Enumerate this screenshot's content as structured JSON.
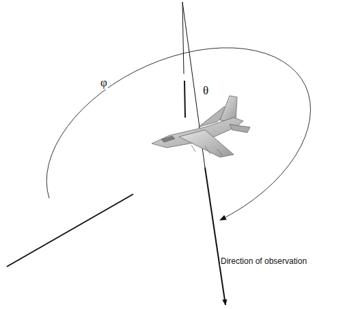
{
  "diagram": {
    "labels": [
      "φ",
      "θ",
      "Direction of observation"
    ]
  }
}
